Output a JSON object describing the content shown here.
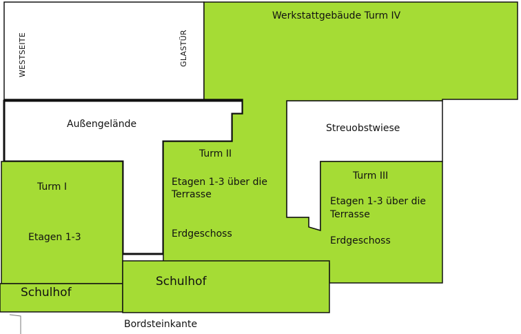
{
  "colors": {
    "building_fill": "#a5dc35",
    "outline": "#111111",
    "open_area": "#ffffff"
  },
  "labels": {
    "westseite": "WESTSEITE",
    "glastuer": "GLASTÜR",
    "werkstatt": "Werkstattgebäude Turm IV",
    "aussengelaende": "Außengelände",
    "streuobstwiese": "Streuobstwiese",
    "turm1_name": "Turm I",
    "turm1_floors": "Etagen 1-3",
    "turm2_name": "Turm II",
    "turm2_floors_line1": "Etagen 1-3 über die",
    "turm2_floors_line2": "Terrasse",
    "turm2_ground": "Erdgeschoss",
    "turm3_name": "Turm III",
    "turm3_floors_line1": "Etagen 1-3 über die",
    "turm3_floors_line2": "Terrasse",
    "turm3_ground": "Erdgeschoss",
    "schulhof_left": "Schulhof",
    "schulhof_center": "Schulhof",
    "bordsteinkante": "Bordsteinkante"
  }
}
